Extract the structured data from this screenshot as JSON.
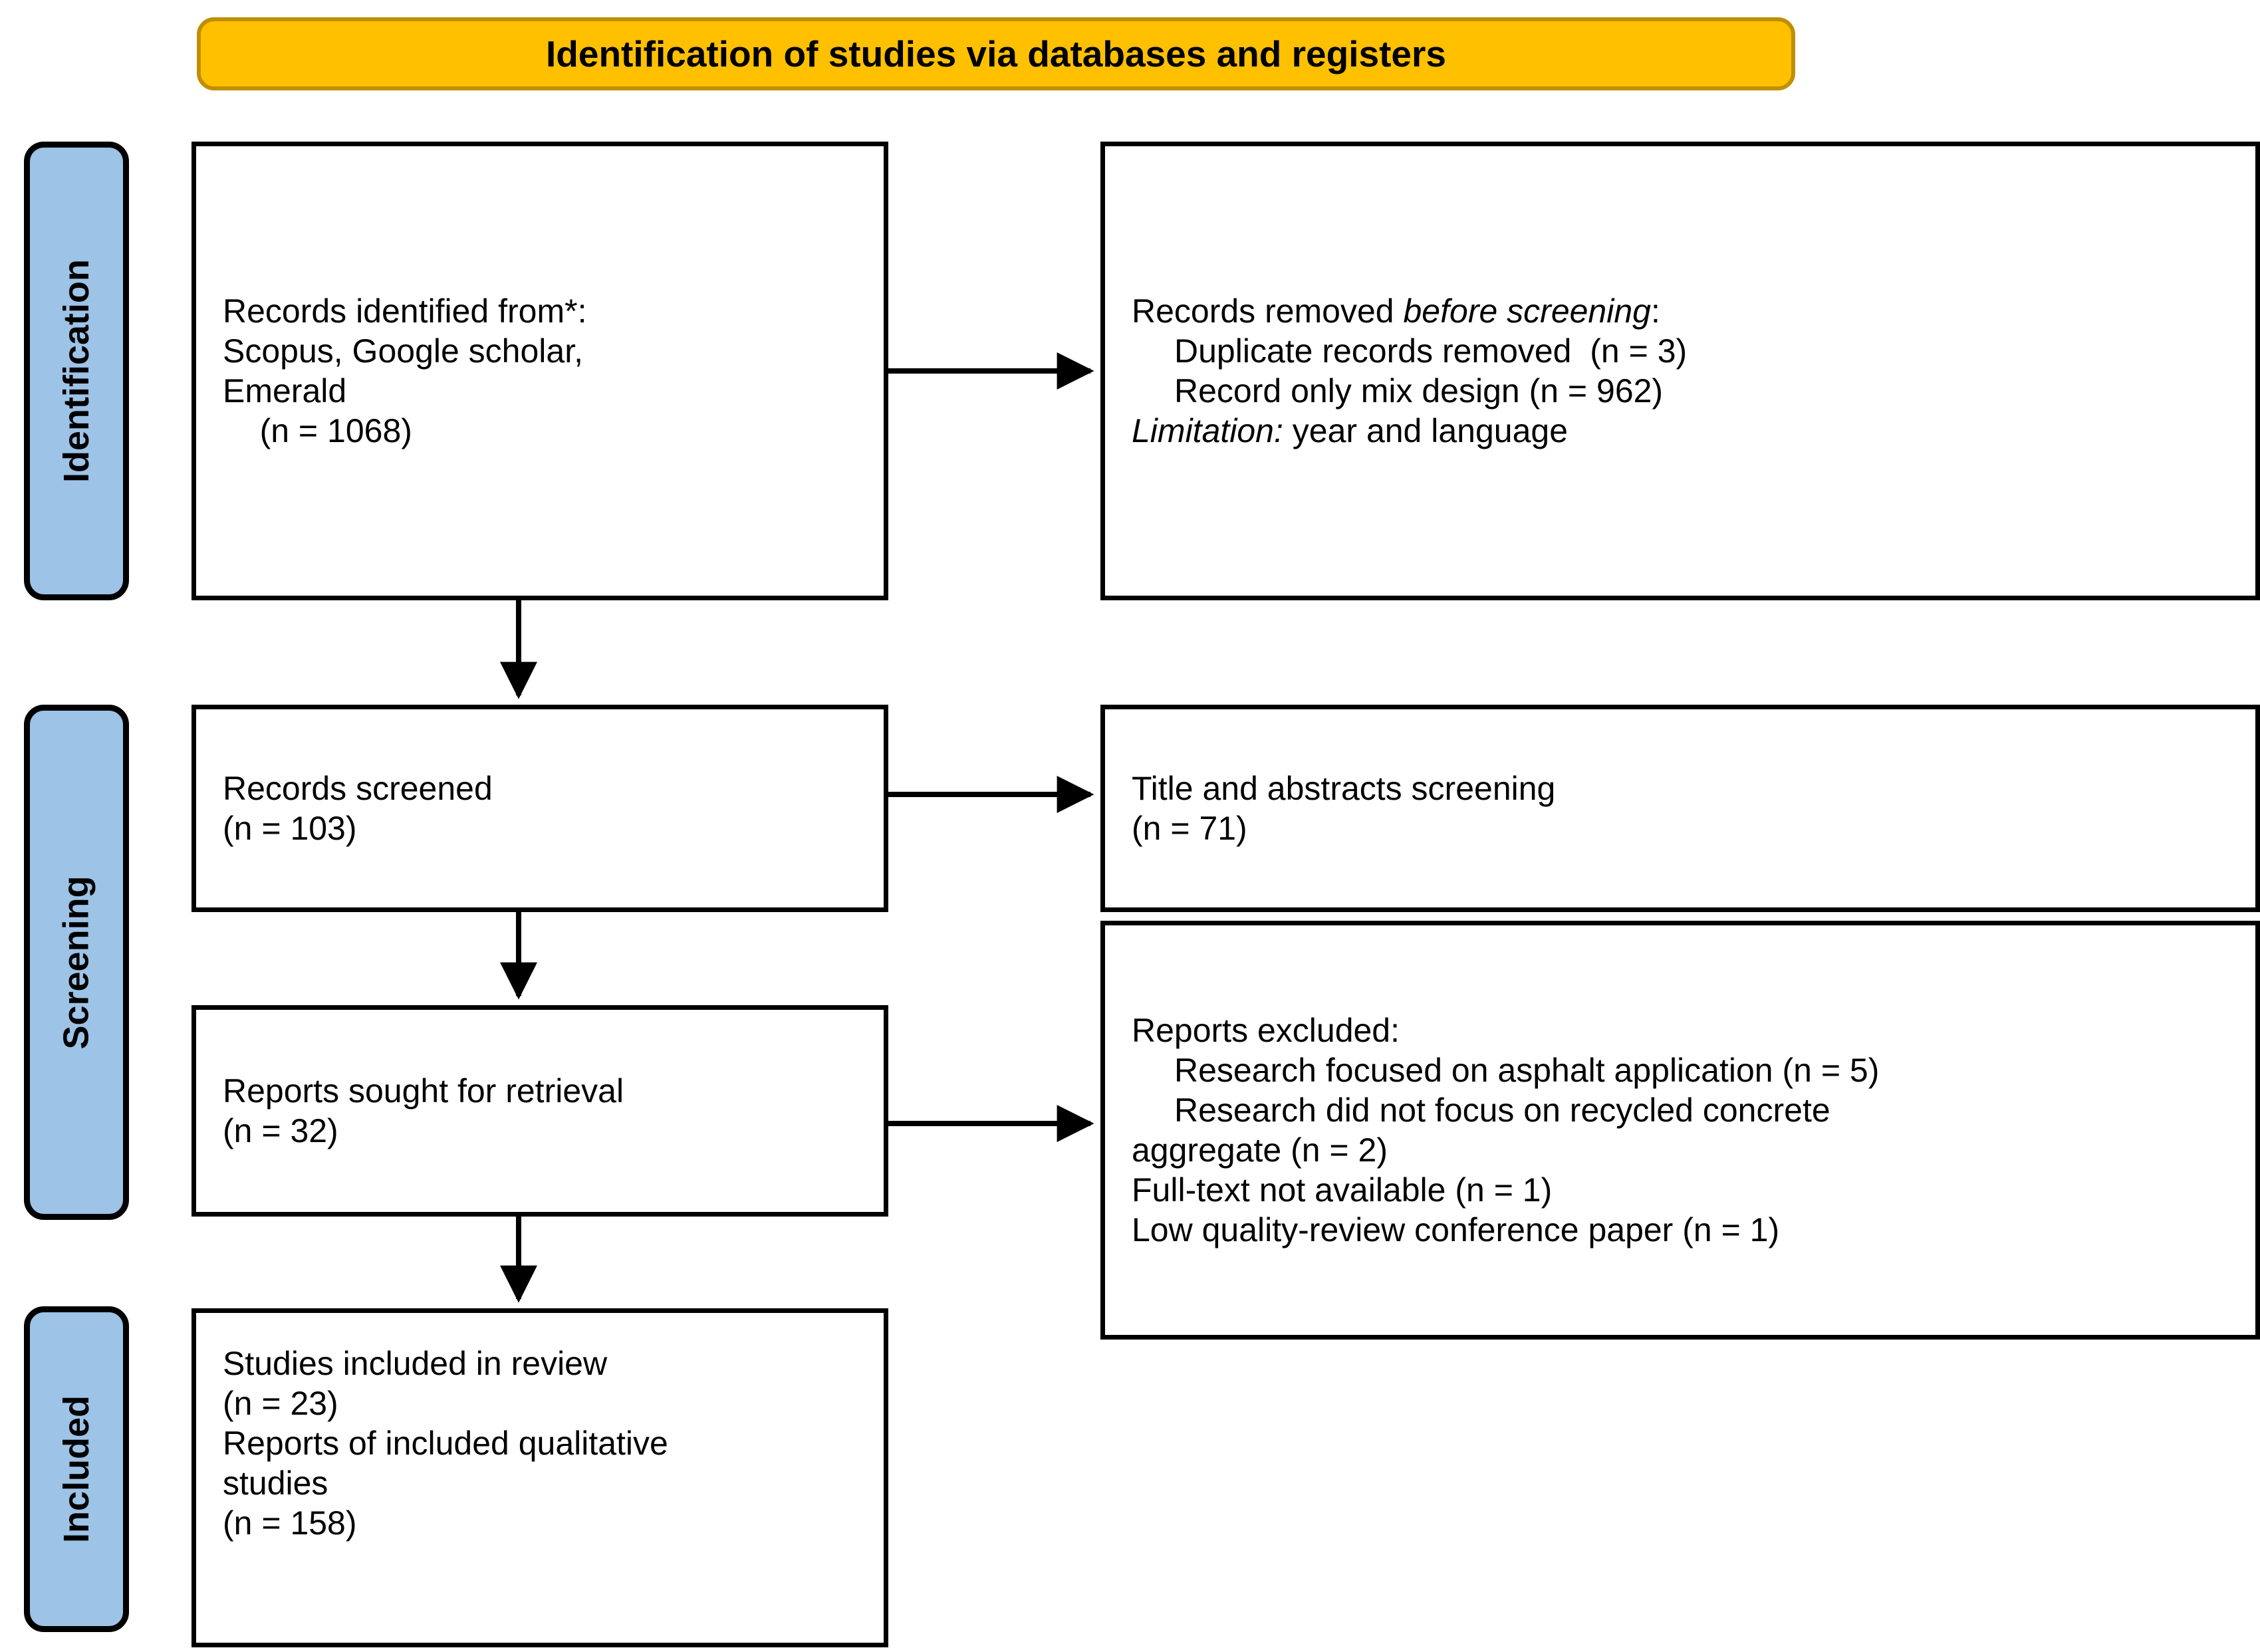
{
  "banner": {
    "title": "Identification of studies via databases and registers",
    "fill_color": "#FFC000",
    "border_color": "#BF8F00"
  },
  "stages": {
    "fill_color": "#9DC3E6",
    "identification": "Identification",
    "screening": "Screening",
    "included": "Included"
  },
  "boxes": {
    "identified": {
      "line1": "Records identified from*:",
      "line2": "Scopus, Google scholar,",
      "line3": "Emerald",
      "line4": "    (n = 1068)"
    },
    "removed": {
      "line1_a": "Records removed ",
      "line1_italic": "before screening",
      "line1_b": ":",
      "line2": "Duplicate records removed  (n = 3)",
      "line3": "Record only mix design (n = 962)",
      "line4_italic": "Limitation:",
      "line4_rest": " year and language"
    },
    "screened": {
      "line1": "Records screened",
      "line2": "(n = 103)"
    },
    "title_abstracts": {
      "line1": "Title and abstracts screening",
      "line2": "(n = 71)"
    },
    "sought": {
      "line1": "Reports sought for retrieval",
      "line2": "(n = 32)"
    },
    "excluded": {
      "heading": "Reports excluded:",
      "item1": "Research focused on asphalt application (n = 5)",
      "item2": "Research did not focus on recycled concrete",
      "item3": "aggregate (n = 2)",
      "item4": "Full-text not available (n = 1)",
      "item5": "Low quality-review conference paper (n = 1)"
    },
    "included": {
      "line1": "Studies included in review",
      "line2": "(n = 23)",
      "line3": "Reports of included qualitative",
      "line4": "studies",
      "line5": "(n = 158)"
    }
  },
  "chart_data": {
    "type": "diagram",
    "title": "Identification of studies via databases and registers",
    "flow": [
      {
        "stage": "Identification",
        "node": "Records identified from*: Scopus, Google scholar, Emerald",
        "n": 1068
      },
      {
        "stage": "Identification",
        "node": "Records removed before screening - Duplicate records removed",
        "n": 3
      },
      {
        "stage": "Identification",
        "node": "Records removed before screening - Record only mix design",
        "n": 962
      },
      {
        "stage": "Screening",
        "node": "Records screened",
        "n": 103
      },
      {
        "stage": "Screening",
        "node": "Title and abstracts screening",
        "n": 71
      },
      {
        "stage": "Screening",
        "node": "Reports sought for retrieval",
        "n": 32
      },
      {
        "stage": "Screening",
        "node": "Reports excluded - Research focused on asphalt application",
        "n": 5
      },
      {
        "stage": "Screening",
        "node": "Reports excluded - Research did not focus on recycled concrete aggregate",
        "n": 2
      },
      {
        "stage": "Screening",
        "node": "Reports excluded - Full-text not available",
        "n": 1
      },
      {
        "stage": "Screening",
        "node": "Reports excluded - Low quality-review conference paper",
        "n": 1
      },
      {
        "stage": "Included",
        "node": "Studies included in review",
        "n": 23
      },
      {
        "stage": "Included",
        "node": "Reports of included qualitative studies",
        "n": 158
      }
    ]
  }
}
